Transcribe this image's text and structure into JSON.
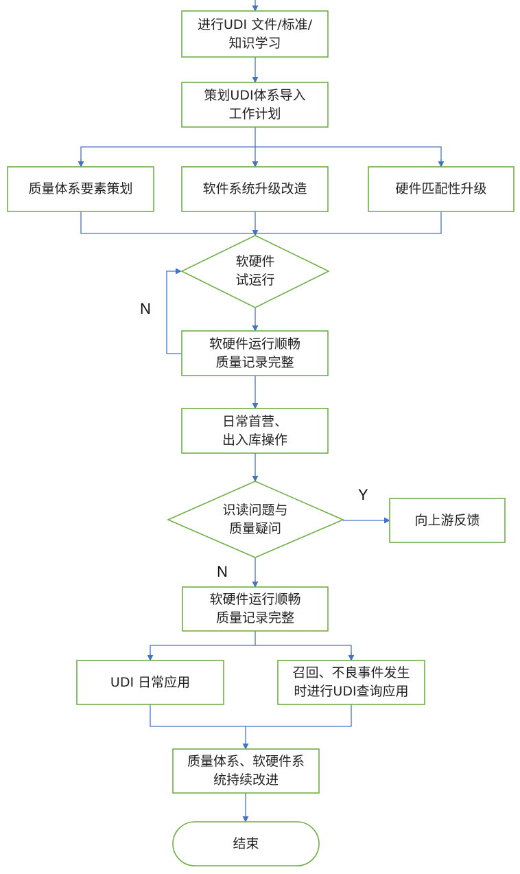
{
  "flowchart": {
    "nodes": {
      "study": "进行UDI 文件/标准/\n知识学习",
      "plan": "策划UDI体系导入\n工作计划",
      "quality_plan": "质量体系要素策划",
      "software_upgrade": "软件系统升级改造",
      "hardware_upgrade": "硬件匹配性升级",
      "trial_run": "软硬件\n试运行",
      "check_1": "软硬件运行顺畅\n质量记录完整",
      "daily_ops": "日常首营、\n出入库操作",
      "read_issue": "识读问题与\n质量疑问",
      "feedback": "向上游反馈",
      "check_2": "软硬件运行顺畅\n质量记录完整",
      "udi_daily": "UDI 日常应用",
      "recall_query": "召回、不良事件发生\n时进行UDI查询应用",
      "improve": "质量体系、软硬件系\n统持续改进",
      "end": "结束"
    },
    "labels": {
      "trial_no": "N",
      "issue_yes": "Y",
      "issue_no": "N"
    },
    "colors": {
      "node_border": "#70ad47",
      "connector": "#4472c4",
      "text": "#222222"
    }
  }
}
